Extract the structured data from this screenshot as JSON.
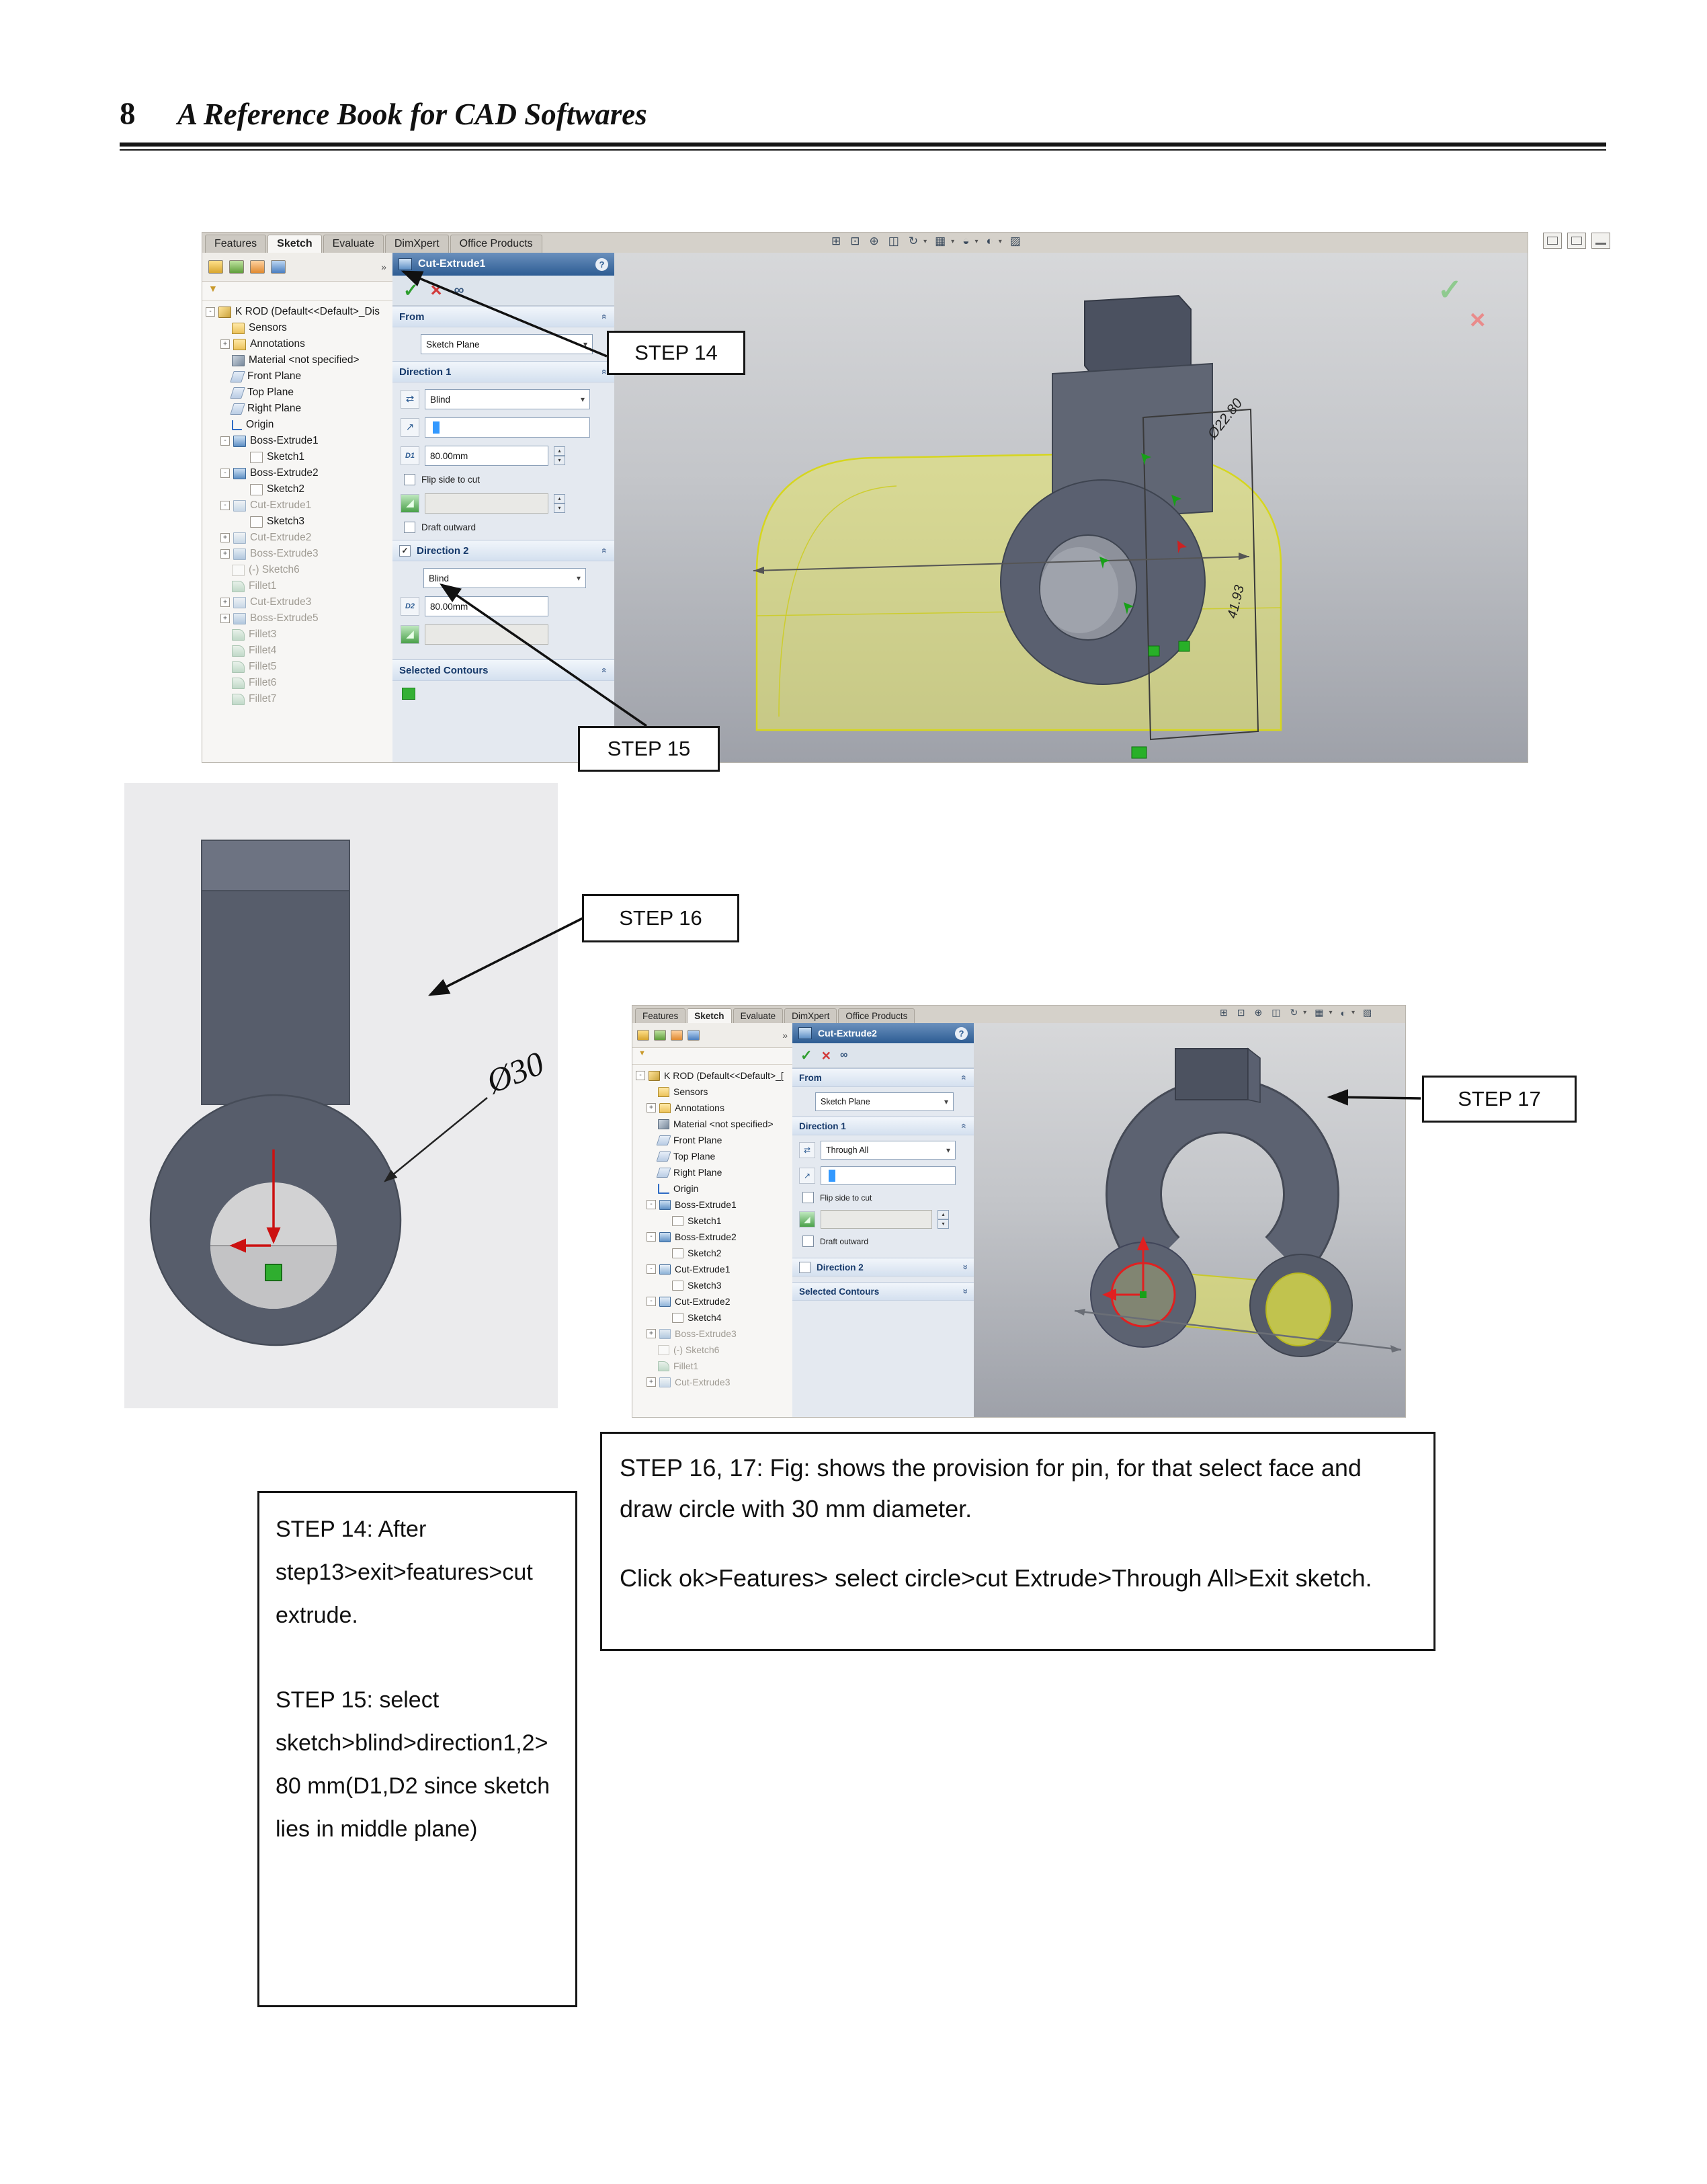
{
  "page": {
    "number": "8",
    "title": "A Reference Book for CAD Softwares"
  },
  "icons": {
    "confirm_check": "✓",
    "cancel_x": "×",
    "help": "?",
    "preview_glasses": "∞",
    "dropdown_caret": "▾",
    "spinner_up": "▴",
    "spinner_down": "▾",
    "chevron_collapse": "«",
    "overflow_chevrons": "»",
    "filter_funnel": "▼",
    "reverse_direction": "⇄",
    "direction_ref": "↗",
    "depth_d1": "D1",
    "depth_d2": "D2",
    "draft_angle": "◢",
    "zoom_fit": "⊞",
    "zoom_area": "⊡",
    "zoom_inout": "⊕",
    "section_view": "◫",
    "rotate_view": "↻",
    "display_style": "▦",
    "hide_show": "◒",
    "appearance": "◐",
    "scene": "▨",
    "checkmark": "✓"
  },
  "callouts": {
    "step14": "STEP 14",
    "step15": "STEP 15",
    "step16": "STEP 16",
    "step17": "STEP 17"
  },
  "shot1": {
    "tabs": [
      {
        "label": "Features",
        "cls": ""
      },
      {
        "label": "Sketch",
        "cls": "active"
      },
      {
        "label": "Evaluate",
        "cls": ""
      },
      {
        "label": "DimXpert",
        "cls": ""
      },
      {
        "label": "Office Products",
        "cls": ""
      }
    ],
    "tree": {
      "items": [
        {
          "label": "K ROD  (Default<<Default>_Dis",
          "row": "d0",
          "icon": "ic-part",
          "exp": "minus"
        },
        {
          "label": "Sensors",
          "row": "d1",
          "icon": "ic-folder",
          "exp": "none"
        },
        {
          "label": "Annotations",
          "row": "d1",
          "icon": "ic-folder",
          "exp": "plus"
        },
        {
          "label": "Material <not specified>",
          "row": "d1",
          "icon": "ic-mat",
          "exp": "none"
        },
        {
          "label": "Front Plane",
          "row": "d1",
          "icon": "ic-plane",
          "exp": "none"
        },
        {
          "label": "Top Plane",
          "row": "d1",
          "icon": "ic-plane",
          "exp": "none"
        },
        {
          "label": "Right Plane",
          "row": "d1",
          "icon": "ic-plane",
          "exp": "none"
        },
        {
          "label": "Origin",
          "row": "d1",
          "icon": "ic-origin",
          "exp": "none"
        },
        {
          "label": "Boss-Extrude1",
          "row": "d1",
          "icon": "ic-boss",
          "exp": "minus"
        },
        {
          "label": "Sketch1",
          "row": "d2",
          "icon": "ic-sketch",
          "exp": "none"
        },
        {
          "label": "Boss-Extrude2",
          "row": "d1",
          "icon": "ic-boss",
          "exp": "minus"
        },
        {
          "label": "Sketch2",
          "row": "d2",
          "icon": "ic-sketch",
          "exp": "none"
        },
        {
          "label": "Cut-Extrude1",
          "row": "d1 muted",
          "icon": "ic-cut",
          "exp": "minus"
        },
        {
          "label": "Sketch3",
          "row": "d2",
          "icon": "ic-sketch",
          "exp": "none"
        },
        {
          "label": "Cut-Extrude2",
          "row": "d1 muted",
          "icon": "ic-cut",
          "exp": "plus"
        },
        {
          "label": "Boss-Extrude3",
          "row": "d1 muted",
          "icon": "ic-boss",
          "exp": "plus"
        },
        {
          "label": "(-) Sketch6",
          "row": "d1 muted",
          "icon": "ic-sketch",
          "exp": "none"
        },
        {
          "label": "Fillet1",
          "row": "d1 muted",
          "icon": "ic-fillet",
          "exp": "none"
        },
        {
          "label": "Cut-Extrude3",
          "row": "d1 muted",
          "icon": "ic-cut",
          "exp": "plus"
        },
        {
          "label": "Boss-Extrude5",
          "row": "d1 muted",
          "icon": "ic-boss",
          "exp": "plus"
        },
        {
          "label": "Fillet3",
          "row": "d1 muted",
          "icon": "ic-fillet",
          "exp": "none"
        },
        {
          "label": "Fillet4",
          "row": "d1 muted",
          "icon": "ic-fillet",
          "exp": "none"
        },
        {
          "label": "Fillet5",
          "row": "d1 muted",
          "icon": "ic-fillet",
          "exp": "none"
        },
        {
          "label": "Fillet6",
          "row": "d1 muted",
          "icon": "ic-fillet",
          "exp": "none"
        },
        {
          "label": "Fillet7",
          "row": "d1 muted",
          "icon": "ic-fillet",
          "exp": "none"
        }
      ]
    },
    "panel": {
      "title": "Cut-Extrude1",
      "from_label": "From",
      "from_value": "Sketch Plane",
      "dir1_label": "Direction 1",
      "dir1_type": "Blind",
      "dir1_depth": "80.00mm",
      "flip_label": "Flip side to cut",
      "draft_label": "Draft outward",
      "dir2_label": "Direction 2",
      "dir2_type": "Blind",
      "dir2_depth": "80.00mm",
      "contours_label": "Selected Contours"
    },
    "viewport": {
      "dim_diameter": "Ø22.80",
      "dim_length": "41.93"
    }
  },
  "shot2": {
    "tabs": [
      {
        "label": "Features",
        "cls": ""
      },
      {
        "label": "Sketch",
        "cls": "active"
      },
      {
        "label": "Evaluate",
        "cls": ""
      },
      {
        "label": "DimXpert",
        "cls": ""
      },
      {
        "label": "Office Products",
        "cls": ""
      }
    ],
    "tree": {
      "items": [
        {
          "label": "K ROD  (Default<<Default>_[",
          "row": "d0",
          "icon": "ic-part",
          "exp": "minus"
        },
        {
          "label": "Sensors",
          "row": "d1",
          "icon": "ic-folder",
          "exp": "none"
        },
        {
          "label": "Annotations",
          "row": "d1",
          "icon": "ic-folder",
          "exp": "plus"
        },
        {
          "label": "Material <not specified>",
          "row": "d1",
          "icon": "ic-mat",
          "exp": "none"
        },
        {
          "label": "Front Plane",
          "row": "d1",
          "icon": "ic-plane",
          "exp": "none"
        },
        {
          "label": "Top Plane",
          "row": "d1",
          "icon": "ic-plane",
          "exp": "none"
        },
        {
          "label": "Right Plane",
          "row": "d1",
          "icon": "ic-plane",
          "exp": "none"
        },
        {
          "label": "Origin",
          "row": "d1",
          "icon": "ic-origin",
          "exp": "none"
        },
        {
          "label": "Boss-Extrude1",
          "row": "d1",
          "icon": "ic-boss",
          "exp": "minus"
        },
        {
          "label": "Sketch1",
          "row": "d2",
          "icon": "ic-sketch",
          "exp": "none"
        },
        {
          "label": "Boss-Extrude2",
          "row": "d1",
          "icon": "ic-boss",
          "exp": "minus"
        },
        {
          "label": "Sketch2",
          "row": "d2",
          "icon": "ic-sketch",
          "exp": "none"
        },
        {
          "label": "Cut-Extrude1",
          "row": "d1",
          "icon": "ic-cut",
          "exp": "minus"
        },
        {
          "label": "Sketch3",
          "row": "d2",
          "icon": "ic-sketch",
          "exp": "none"
        },
        {
          "label": "Cut-Extrude2",
          "row": "d1",
          "icon": "ic-cut",
          "exp": "minus"
        },
        {
          "label": "Sketch4",
          "row": "d2",
          "icon": "ic-sketch",
          "exp": "none"
        },
        {
          "label": "Boss-Extrude3",
          "row": "d1 muted",
          "icon": "ic-boss",
          "exp": "plus"
        },
        {
          "label": "(-) Sketch6",
          "row": "d1 muted",
          "icon": "ic-sketch",
          "exp": "none"
        },
        {
          "label": "Fillet1",
          "row": "d1 muted",
          "icon": "ic-fillet",
          "exp": "none"
        },
        {
          "label": "Cut-Extrude3",
          "row": "d1 muted",
          "icon": "ic-cut",
          "exp": "plus"
        }
      ]
    },
    "panel": {
      "title": "Cut-Extrude2",
      "from_label": "From",
      "from_value": "Sketch Plane",
      "dir1_label": "Direction 1",
      "dir1_type": "Through All",
      "flip_label": "Flip side to cut",
      "draft_label": "Draft outward",
      "dir2_label": "Direction 2",
      "contours_label": "Selected Contours"
    }
  },
  "figure": {
    "dim_diameter": "Ø30"
  },
  "notes": {
    "box_a_p1": "STEP 16, 17: Fig: shows the provision for pin, for that select face and draw circle with 30 mm diameter.",
    "box_a_p2": "Click ok>Features> select circle>cut Extrude>Through All>Exit  sketch.",
    "box_b_p1": "STEP 14: After step13>exit>features>cut extrude.",
    "box_b_p2": "STEP 15: select sketch>blind>direction1,2>80 mm(D1,D2 since sketch lies in middle plane)"
  }
}
